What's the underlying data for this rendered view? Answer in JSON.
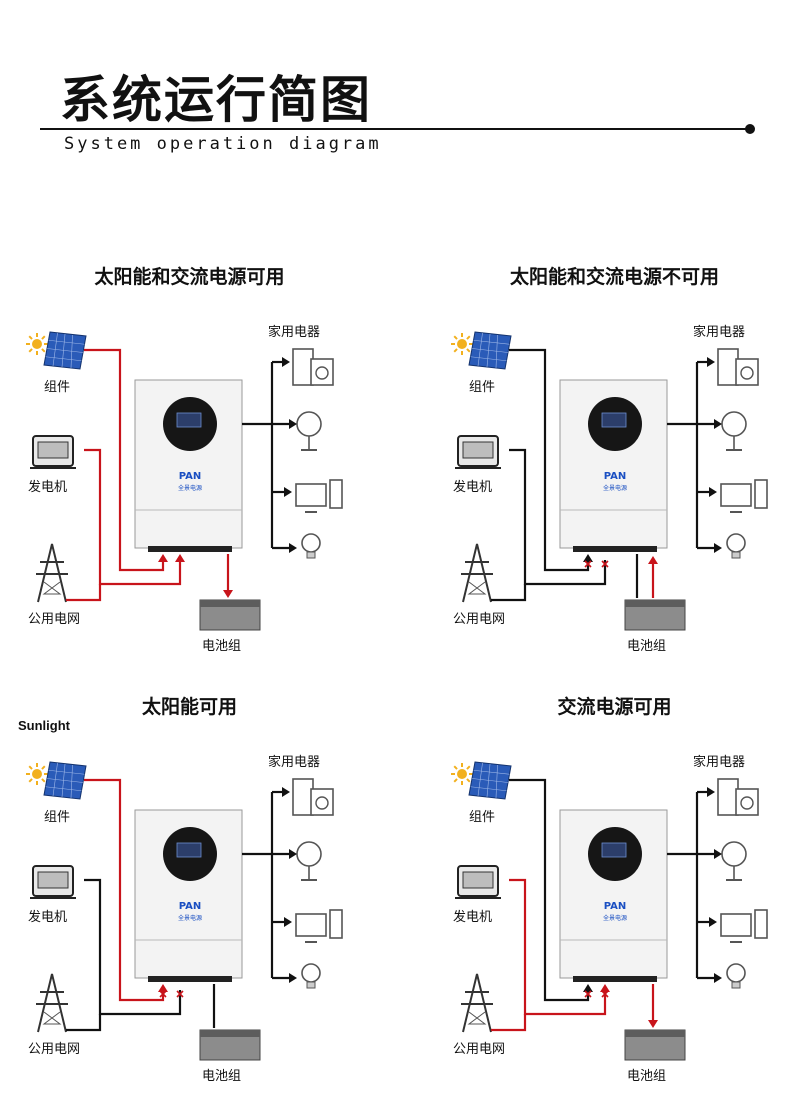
{
  "header": {
    "title": "系统运行简图",
    "subtitle": "System operation diagram"
  },
  "colors": {
    "active": "#c8141b",
    "inactive": "#111111",
    "brand": "#1a4fc2"
  },
  "labels": {
    "solar": "组件",
    "generator": "发电机",
    "grid": "公用电网",
    "battery": "电池组",
    "appliances": "家用电器",
    "sunlight": "Sunlight",
    "brand_name": "PAN",
    "brand_sub": "全景电源"
  },
  "icons": [
    "sun-icon",
    "solar-panel-icon",
    "generator-icon",
    "transmission-tower-icon",
    "battery-icon",
    "fridge-washer-icon",
    "fan-icon",
    "computer-icon",
    "light-bulb-icon"
  ],
  "panels": [
    {
      "title": "太阳能和交流电源可用",
      "solar_active": true,
      "generator_active": true,
      "grid_active": true,
      "battery_charging": true,
      "x_marks": false
    },
    {
      "title": "太阳能和交流电源不可用",
      "solar_active": false,
      "generator_active": false,
      "grid_active": false,
      "battery_discharging": true,
      "x_marks": true
    },
    {
      "title": "太阳能可用",
      "solar_active": true,
      "generator_active": false,
      "grid_active": false,
      "battery_charging": false,
      "x_marks": true,
      "show_sunlight": true
    },
    {
      "title": "交流电源可用",
      "solar_active": false,
      "generator_active": true,
      "grid_active": true,
      "battery_charging": true,
      "x_marks": true
    }
  ]
}
